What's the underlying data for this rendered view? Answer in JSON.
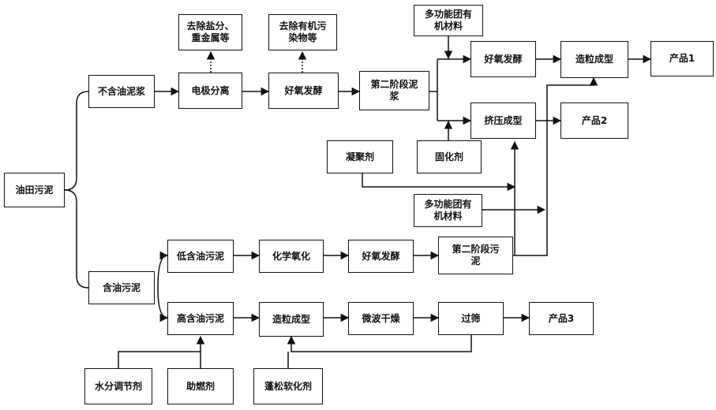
{
  "nodes": {
    "root": "油田污泥",
    "no_oil": "不含油泥浆",
    "electrode": "电极分离",
    "remove_salt": "去除盐分、\n重金属等",
    "aerobic_top": "好氧发酵",
    "remove_organic": "去除有机污\n染物等",
    "stage2_top": "第二阶段泥\n浆",
    "mfo_top": "多功能团有\n机材料",
    "aerobic_right": "好氧发酵",
    "granulate_top": "造粒成型",
    "product1": "产品1",
    "extrude": "挤压成型",
    "product2": "产品2",
    "flocculant": "凝聚剂",
    "solidifier": "固化剂",
    "mfo_mid": "多功能团有\n机材料",
    "oily": "含油污泥",
    "low_oil": "低含油污泥",
    "chem_ox": "化学氧化",
    "aerobic_low": "好氧发酵",
    "stage2_low": "第二阶段污\n泥",
    "high_oil": "高含油污泥",
    "granulate_low": "造粒成型",
    "microwave": "微波干燥",
    "sieve": "过筛",
    "product3": "产品3",
    "moisture": "水分调节剂",
    "combustion": "助燃剂",
    "softener": "蓬松软化剂"
  }
}
